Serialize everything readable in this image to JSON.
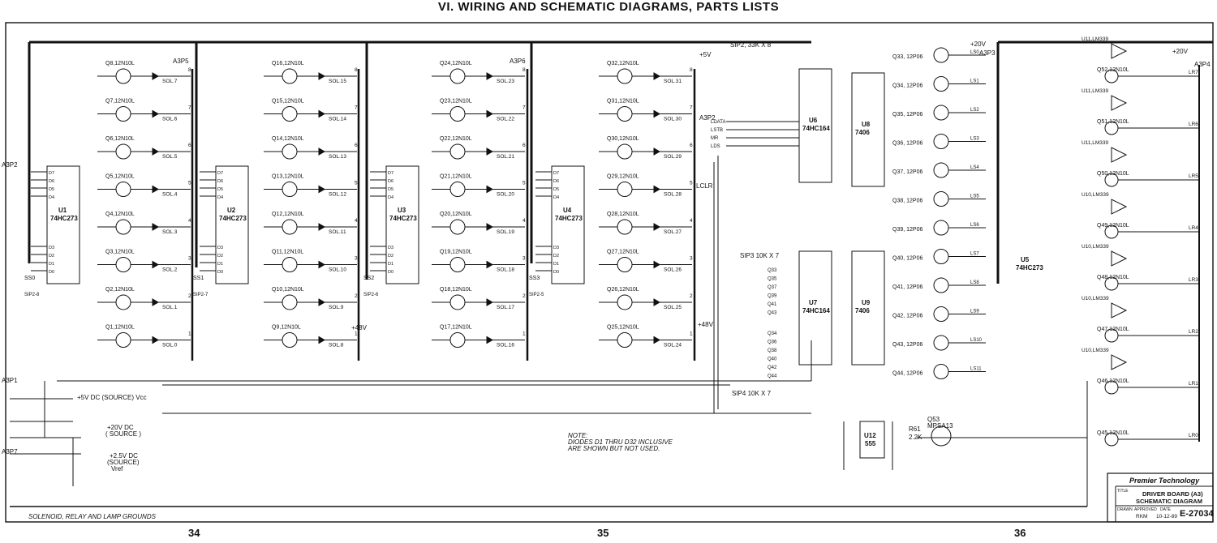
{
  "page": {
    "heading": "VI. WIRING AND SCHEMATIC DIAGRAMS, PARTS LISTS",
    "page_numbers": [
      "34",
      "35",
      "36"
    ]
  },
  "title_block": {
    "company": "Premier Technology",
    "title_label": "TITLE",
    "title_line1": "DRIVER BOARD (A3)",
    "title_line2": "SCHEMATIC DIAGRAM",
    "drawn_label": "DRAWN",
    "approved_label": "APPROVED",
    "date_label": "DATE",
    "approved_value": "RKM",
    "date_value": "10-12-89",
    "drawing_number": "E-27034"
  },
  "note": {
    "line1": "NOTE:",
    "line2": "DIODES D1 THRU D32 INCLUSIVE",
    "line3": "ARE SHOWN BUT NOT USED."
  },
  "ground_label": "SOLENOID, RELAY AND LAMP GROUNDS",
  "connectors": {
    "a3p2_left": "A3P2",
    "a3p1": "A3P1",
    "a3p7": "A3P7",
    "a3p5": "A3P5",
    "a3p6": "A3P6",
    "a3p3": "A3P3",
    "a3p4": "A3P4",
    "a3p2_mid": "A3P2"
  },
  "power": {
    "vcc_5v": "+5V DC (SOURCE) Vcc",
    "v20": "+20V DC",
    "v20_src": "( SOURCE )",
    "v25": "+2.5V DC",
    "v25_src": "(SOURCE)",
    "vref": "Vref",
    "plus48": "+48V",
    "plus5": "+5V",
    "plus20": "+20V",
    "lclr": "LCLR"
  },
  "latches": [
    {
      "ref": "U1",
      "part": "74HC273",
      "strobe": "SS0",
      "strobe_pin": "SIP2-8"
    },
    {
      "ref": "U2",
      "part": "74HC273",
      "strobe": "SS1",
      "strobe_pin": "SIP2-7"
    },
    {
      "ref": "U3",
      "part": "74HC273",
      "strobe": "SS2",
      "strobe_pin": "SIP2-6"
    },
    {
      "ref": "U4",
      "part": "74HC273",
      "strobe": "SS3",
      "strobe_pin": "SIP2-5"
    }
  ],
  "transistor_columns": [
    [
      "Q8,12N10L",
      "Q7,12N10L",
      "Q6,12N10L",
      "Q5,12N10L",
      "Q4,12N10L",
      "Q3,12N10L",
      "Q2,12N10L",
      "Q1,12N10L"
    ],
    [
      "Q16,12N10L",
      "Q15,12N10L",
      "Q14,12N10L",
      "Q13,12N10L",
      "Q12,12N10L",
      "Q11,12N10L",
      "Q10,12N10L",
      "Q9,12N10L"
    ],
    [
      "Q24,12N10L",
      "Q23,12N10L",
      "Q22,12N10L",
      "Q21,12N10L",
      "Q20,12N10L",
      "Q19,12N10L",
      "Q18,12N10L",
      "Q17,12N10L"
    ],
    [
      "Q32,12N10L",
      "Q31,12N10L",
      "Q30,12N10L",
      "Q29,12N10L",
      "Q28,12N10L",
      "Q27,12N10L",
      "Q26,12N10L",
      "Q25,12N10L"
    ]
  ],
  "solenoid_columns": [
    [
      "SOL.7",
      "SOL.6",
      "SOL.5",
      "SOL.4",
      "SOL.3",
      "SOL.2",
      "SOL.1",
      "SOL.0"
    ],
    [
      "SOL.15",
      "SOL.14",
      "SOL.13",
      "SOL.12",
      "SOL.11",
      "SOL.10",
      "SOL.9",
      "SOL.8"
    ],
    [
      "SOL.23",
      "SOL.22",
      "SOL.21",
      "SOL.20",
      "SOL.19",
      "SOL.18",
      "SOL.17",
      "SOL.16"
    ],
    [
      "SOL.31",
      "SOL.30",
      "SOL.29",
      "SOL.28",
      "SOL.27",
      "SOL.26",
      "SOL.25",
      "SOL.24"
    ]
  ],
  "lamp_section": {
    "shift_regs": [
      {
        "ref": "U6",
        "part": "74HC164"
      },
      {
        "ref": "U7",
        "part": "74HC164"
      }
    ],
    "buffers": [
      {
        "ref": "U8",
        "part": "7406"
      },
      {
        "ref": "U9",
        "part": "7406"
      }
    ],
    "sip2": "SIP2, 33K X 8",
    "sip3": "SIP3 10K X 7",
    "sip4": "SIP4 10K X 7",
    "lines": [
      "LDATA",
      "LSTB",
      "MR",
      "LDS"
    ],
    "lamp_transistors": [
      "Q33, 12P06",
      "Q34, 12P06",
      "Q35, 12P06",
      "Q36, 12P06",
      "Q37, 12P06",
      "Q38, 12P06",
      "Q39, 12P06",
      "Q40, 12P06",
      "Q41, 12P06",
      "Q42, 12P06",
      "Q43, 12P06",
      "Q44, 12P06"
    ],
    "lamp_lines": [
      "LS0",
      "LS1",
      "LS2",
      "LS3",
      "LS4",
      "LS5",
      "LS6",
      "LS7",
      "LS8",
      "LS9",
      "LS10",
      "LS11"
    ],
    "q_list": [
      "Q33",
      "Q35",
      "Q37",
      "Q39",
      "Q41",
      "Q43",
      "Q34",
      "Q36",
      "Q38",
      "Q40",
      "Q42",
      "Q44"
    ]
  },
  "timer": {
    "ref": "U12",
    "part": "555",
    "q": "Q53",
    "q_part": "MPSA13",
    "r": "R61",
    "r_val": "2.2K"
  },
  "relay_section": {
    "latch": {
      "ref": "U5",
      "part": "74HC273"
    },
    "comparators": [
      "U11,LM339",
      "U11,LM339",
      "U11,LM339",
      "U10,LM339",
      "U10,LM339",
      "U10,LM339",
      "U10,LM339"
    ],
    "transistors": [
      "Q52,12N10L",
      "Q51,12N10L",
      "Q50,12N10L",
      "Q49,12N10L",
      "Q48,12N10L",
      "Q47,12N10L",
      "Q46,12N10L",
      "Q45,12N10L"
    ],
    "outputs": [
      "LR7",
      "LR6",
      "LR5",
      "LR4",
      "LR3",
      "LR2",
      "LR1",
      "LR0"
    ]
  }
}
